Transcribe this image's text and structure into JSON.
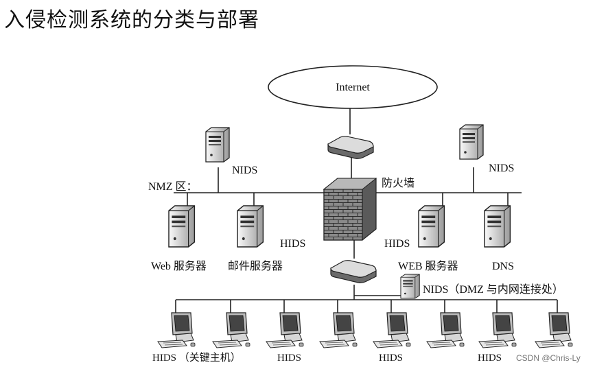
{
  "title": "入侵检测系统的分类与部署",
  "internet_label": "Internet",
  "firewall_label": "防火墙",
  "nmz_label": "NMZ 区：",
  "nids_labels": {
    "left": "NIDS",
    "right": "NIDS",
    "dmz": "NIDS（DMZ 与内网连接处）"
  },
  "servers": {
    "web": {
      "name": "Web 服务器"
    },
    "mail": {
      "name": "邮件服务器",
      "hids": "HIDS"
    },
    "web2": {
      "name": "WEB 服务器",
      "hids": "HIDS"
    },
    "dns": {
      "name": "DNS"
    }
  },
  "workstation_labels": {
    "key_host": "HIDS （关键主机）",
    "hids_1": "HIDS",
    "hids_2": "HIDS",
    "hids_3": "HIDS"
  },
  "watermark": "CSDN @Chris-Ly"
}
